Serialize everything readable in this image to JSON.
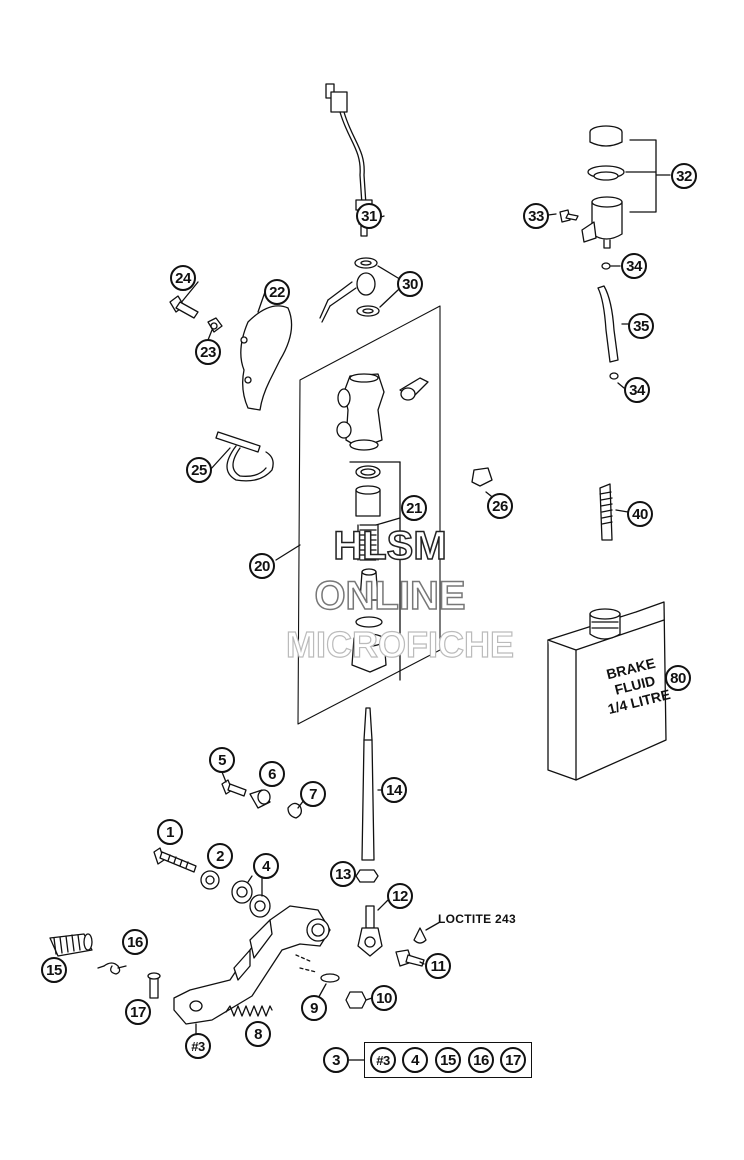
{
  "callouts": {
    "c1": "1",
    "c2": "2",
    "c3": "3",
    "c4": "4",
    "c5": "5",
    "c6": "6",
    "c7": "7",
    "c8": "8",
    "c9": "9",
    "c10": "10",
    "c11": "11",
    "c12": "12",
    "c13": "13",
    "c14": "14",
    "c15": "15",
    "c16": "16",
    "c17": "17",
    "c20": "20",
    "c21": "21",
    "c22": "22",
    "c23": "23",
    "c24": "24",
    "c25": "25",
    "c26": "26",
    "c30": "30",
    "c31": "31",
    "c32": "32",
    "c33": "33",
    "c34a": "34",
    "c34b": "34",
    "c35": "35",
    "c40": "40",
    "c80": "80",
    "c_hash3": "#3"
  },
  "kit": {
    "number": "3",
    "items": [
      "#3",
      "4",
      "15",
      "16",
      "17"
    ]
  },
  "annotations": {
    "loctite": "LOCTITE 243"
  },
  "container_label": {
    "line1": "BRAKE",
    "line2": "FLUID",
    "line3": "1/4 LITRE"
  },
  "watermark": {
    "line1": "HLSM",
    "line2": "ONLINE",
    "line3": "MICROFICHE"
  }
}
